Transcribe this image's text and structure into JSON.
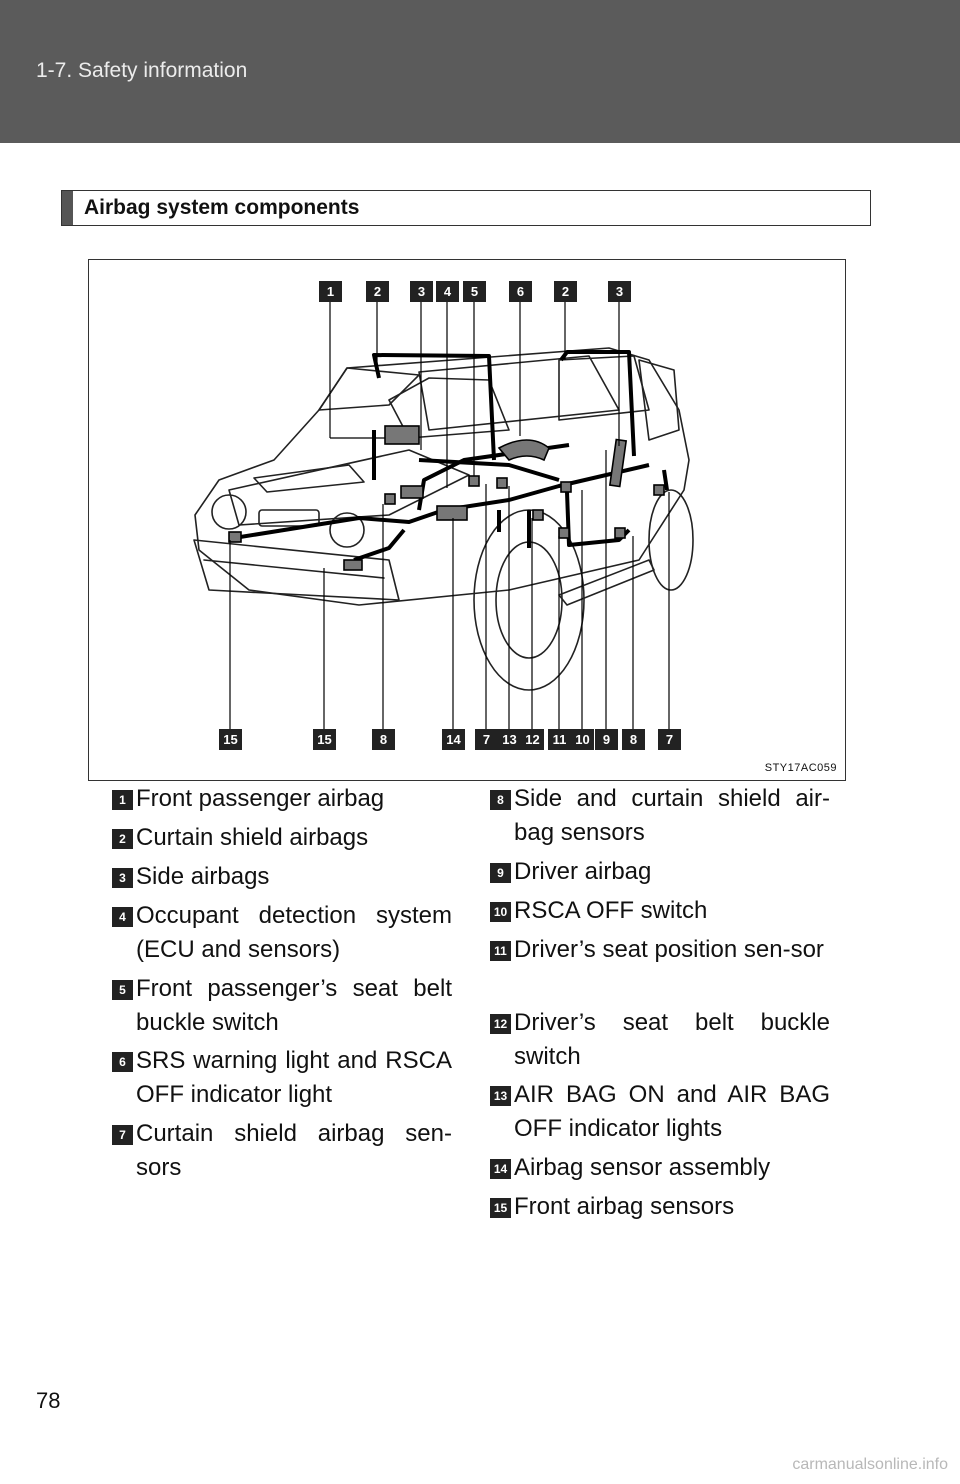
{
  "header": {
    "breadcrumb": "1-7. Safety information"
  },
  "section": {
    "title": "Airbag system components"
  },
  "figure": {
    "id": "STY17AC059",
    "top_callouts": [
      "1",
      "2",
      "3",
      "4",
      "5",
      "6",
      "2",
      "3"
    ],
    "bottom_callouts": [
      "15",
      "15",
      "8",
      "14",
      "7",
      "13",
      "12",
      "11",
      "10",
      "9",
      "8",
      "7"
    ]
  },
  "legend_left": [
    {
      "num": "1",
      "text": "Front passenger airbag"
    },
    {
      "num": "2",
      "text": "Curtain shield airbags"
    },
    {
      "num": "3",
      "text": "Side airbags"
    },
    {
      "num": "4",
      "text": "Occupant detection system (ECU and sensors)"
    },
    {
      "num": "5",
      "text": "Front passenger’s seat belt buckle switch"
    },
    {
      "num": "6",
      "text": "SRS warning light and RSCA OFF indicator light"
    },
    {
      "num": "7",
      "text": "Curtain shield airbag sen-sors"
    }
  ],
  "legend_right": [
    {
      "num": "8",
      "text": "Side and curtain shield air-bag sensors"
    },
    {
      "num": "9",
      "text": "Driver airbag"
    },
    {
      "num": "10",
      "text": "RSCA OFF switch"
    },
    {
      "num": "11",
      "text": "Driver’s seat position sen-sor"
    },
    {
      "num": "12",
      "text": "Driver’s seat belt buckle switch"
    },
    {
      "num": "13",
      "text": "AIR BAG ON and AIR BAG OFF indicator lights"
    },
    {
      "num": "14",
      "text": "Airbag sensor assembly"
    },
    {
      "num": "15",
      "text": "Front airbag sensors"
    }
  ],
  "page": {
    "number": "78",
    "watermark": "carmanualsonline.info"
  }
}
